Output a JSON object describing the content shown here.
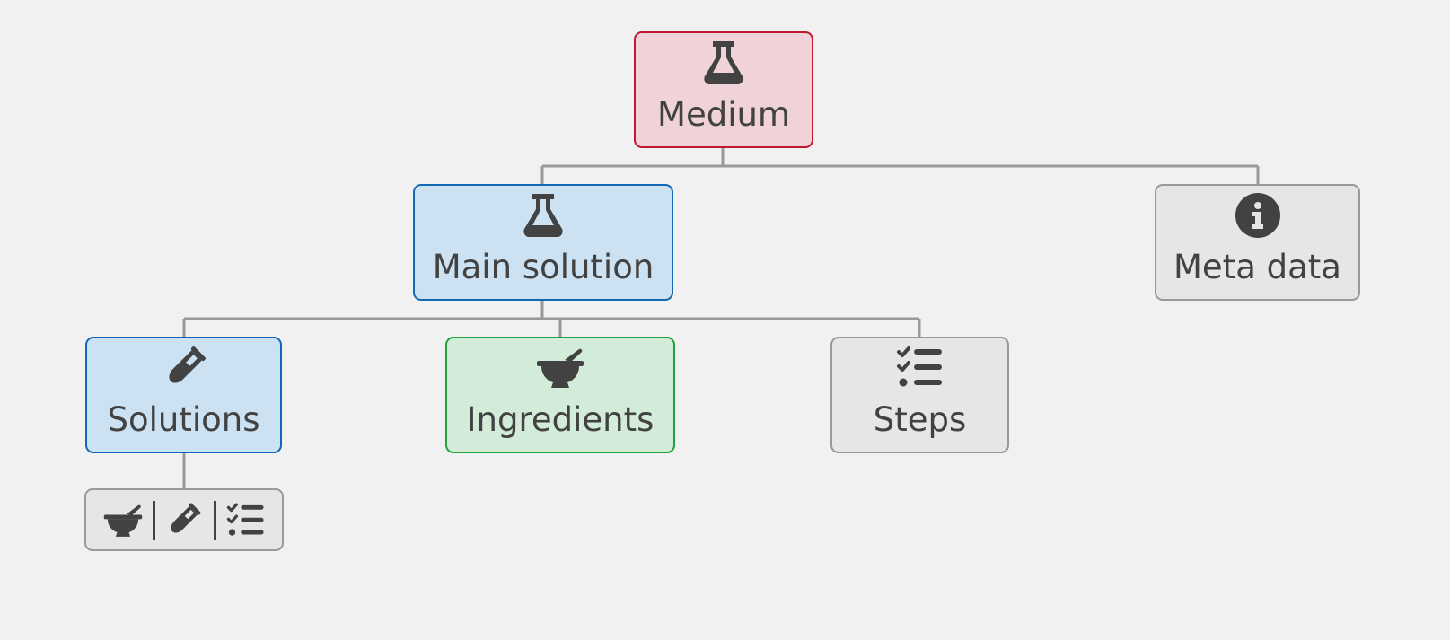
{
  "diagram": {
    "nodes": {
      "medium": {
        "label": "Medium",
        "icon": "flask-icon",
        "color": "#c0182c",
        "fill": "#f0d3d8"
      },
      "main_solution": {
        "label": "Main solution",
        "icon": "flask-icon",
        "color": "#1468b4",
        "fill": "#cce2f2"
      },
      "meta_data": {
        "label": "Meta data",
        "icon": "info-circle-icon",
        "color": "#999999",
        "fill": "#e6e6e6"
      },
      "solutions": {
        "label": "Solutions",
        "icon": "test-tube-icon",
        "color": "#1468b4",
        "fill": "#cce2f2"
      },
      "ingredients": {
        "label": "Ingredients",
        "icon": "mortar-pestle-icon",
        "color": "#22a23c",
        "fill": "#d3ecd9"
      },
      "steps": {
        "label": "Steps",
        "icon": "checklist-icon",
        "color": "#999999",
        "fill": "#e6e6e6"
      }
    },
    "collapsed_child": {
      "icons": [
        "mortar-pestle-icon",
        "test-tube-icon",
        "checklist-icon"
      ]
    },
    "edges": [
      [
        "medium",
        "main_solution"
      ],
      [
        "medium",
        "meta_data"
      ],
      [
        "main_solution",
        "solutions"
      ],
      [
        "main_solution",
        "ingredients"
      ],
      [
        "main_solution",
        "steps"
      ],
      [
        "solutions",
        "collapsed_child"
      ]
    ],
    "connector_color": "#999999",
    "icon_color": "#424242"
  }
}
